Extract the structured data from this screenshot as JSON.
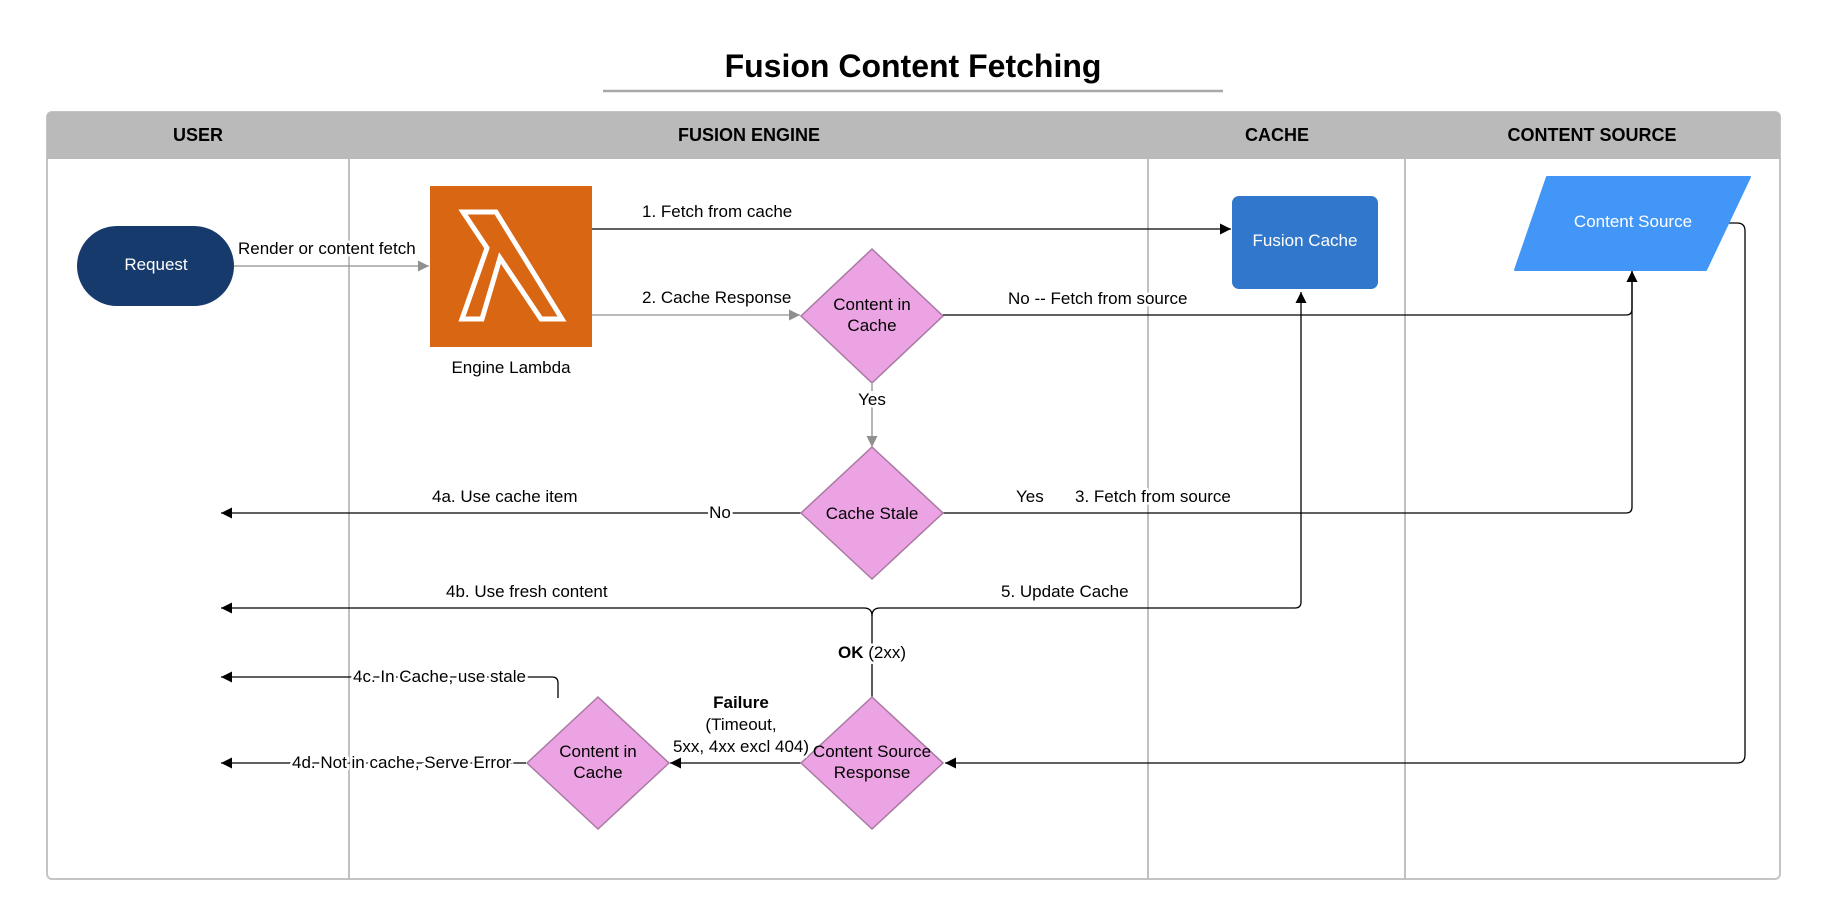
{
  "title": "Fusion Content Fetching",
  "lanes": {
    "user": "USER",
    "engine": "FUSION ENGINE",
    "cache": "CACHE",
    "source": "CONTENT SOURCE"
  },
  "nodes": {
    "request": "Request",
    "engine_lambda": "Engine Lambda",
    "fusion_cache": "Fusion Cache",
    "content_source": "Content Source",
    "content_in_cache_1": [
      "Content in",
      "Cache"
    ],
    "cache_stale": "Cache Stale",
    "content_source_response": [
      "Content Source",
      "Response"
    ],
    "content_in_cache_2": [
      "Content in",
      "Cache"
    ]
  },
  "edges": {
    "render_or_content_fetch": "Render or content fetch",
    "fetch_from_cache": "1. Fetch from cache",
    "cache_response": "2. Cache Response",
    "no_fetch_from_source": "No -- Fetch from source",
    "yes_1": "Yes",
    "use_cache_item": "4a. Use cache item",
    "no_1": "No",
    "yes_2": "Yes",
    "fetch_from_source": "3. Fetch from source",
    "use_fresh_content": "4b. Use fresh content",
    "update_cache": "5. Update Cache",
    "ok_bold": "OK",
    "ok_rest": " (2xx)",
    "failure_bold": "Failure",
    "failure_line2": "(Timeout,",
    "failure_line3": "5xx, 4xx excl 404)",
    "in_cache_use_stale": "4c. In Cache, use stale",
    "not_in_cache_serve_error": "4d. Not in cache, Serve Error"
  },
  "colors": {
    "request_fill": "#163a6b",
    "lambda_fill": "#d86613",
    "fusion_cache_fill": "#3178cc",
    "content_source_fill": "#4196f7",
    "decision_fill": "#eca3e3",
    "header_fill": "#bababa"
  }
}
